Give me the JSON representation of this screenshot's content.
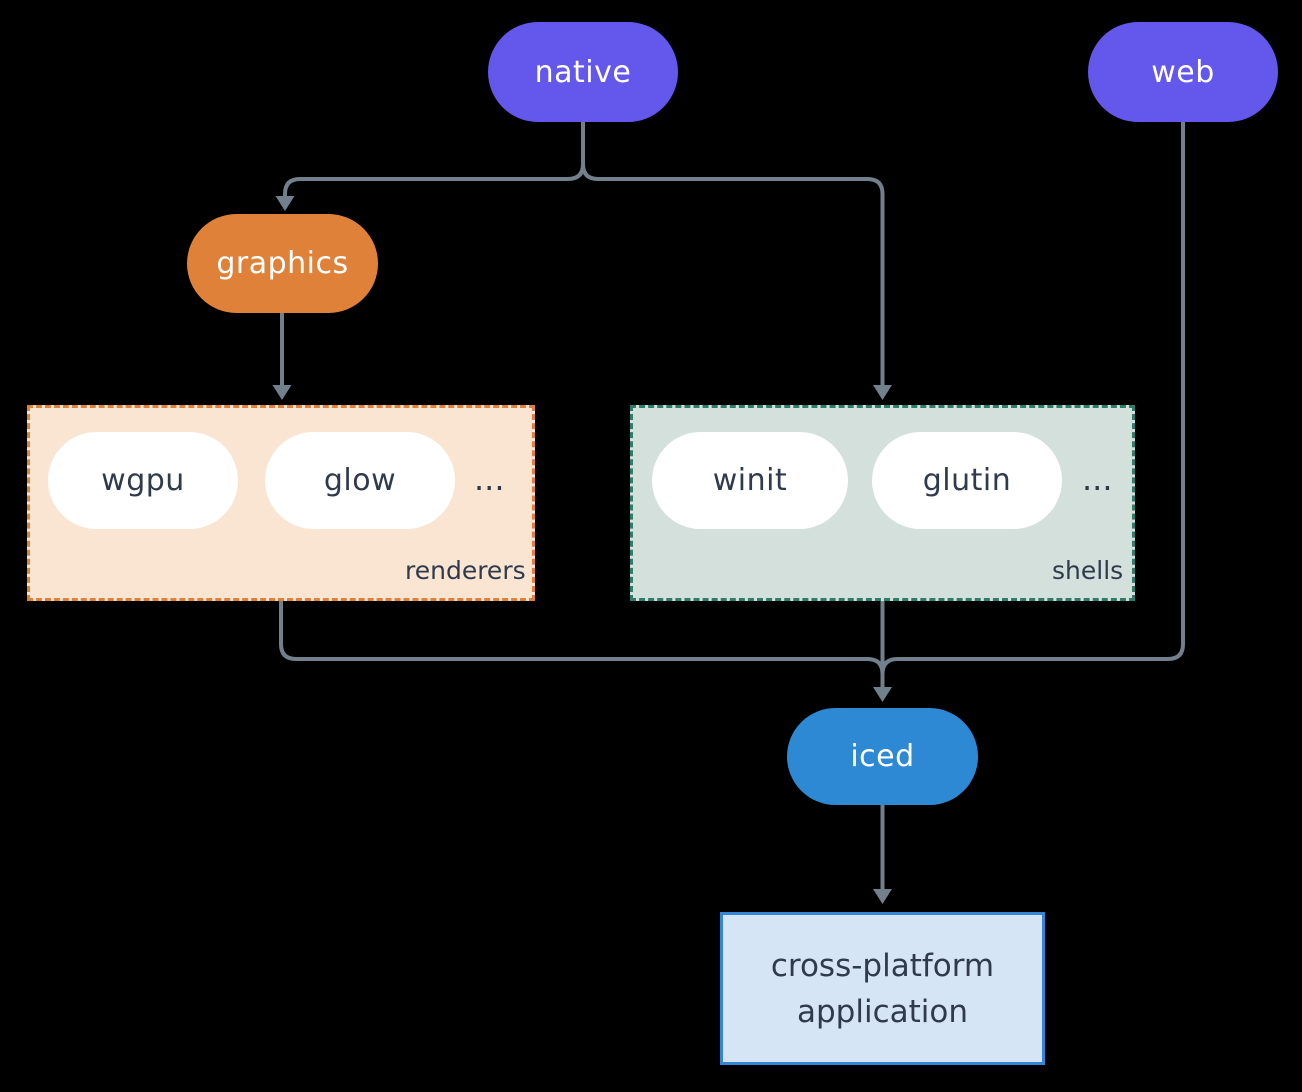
{
  "colors": {
    "background": "#000000",
    "edge": "#72808E",
    "purple": "#6357EC",
    "orange": "#E0813A",
    "blue": "#2E89D5",
    "dark_text": "#2F3B4C",
    "renderers_fill": "#FAE5D3",
    "renderers_border": "#E0813A",
    "shells_fill": "#D3E0DB",
    "shells_border": "#2E7D6B",
    "app_fill": "#D6E5F5",
    "app_border": "#3585D6"
  },
  "nodes": {
    "native": {
      "label": "native"
    },
    "web": {
      "label": "web"
    },
    "graphics": {
      "label": "graphics"
    },
    "wgpu": {
      "label": "wgpu"
    },
    "glow": {
      "label": "glow"
    },
    "winit": {
      "label": "winit"
    },
    "glutin": {
      "label": "glutin"
    },
    "iced": {
      "label": "iced"
    },
    "application": {
      "line1": "cross-platform",
      "line2": "application"
    }
  },
  "groups": {
    "renderers": {
      "label": "renderers",
      "ellipsis": "..."
    },
    "shells": {
      "label": "shells",
      "ellipsis": "..."
    }
  }
}
